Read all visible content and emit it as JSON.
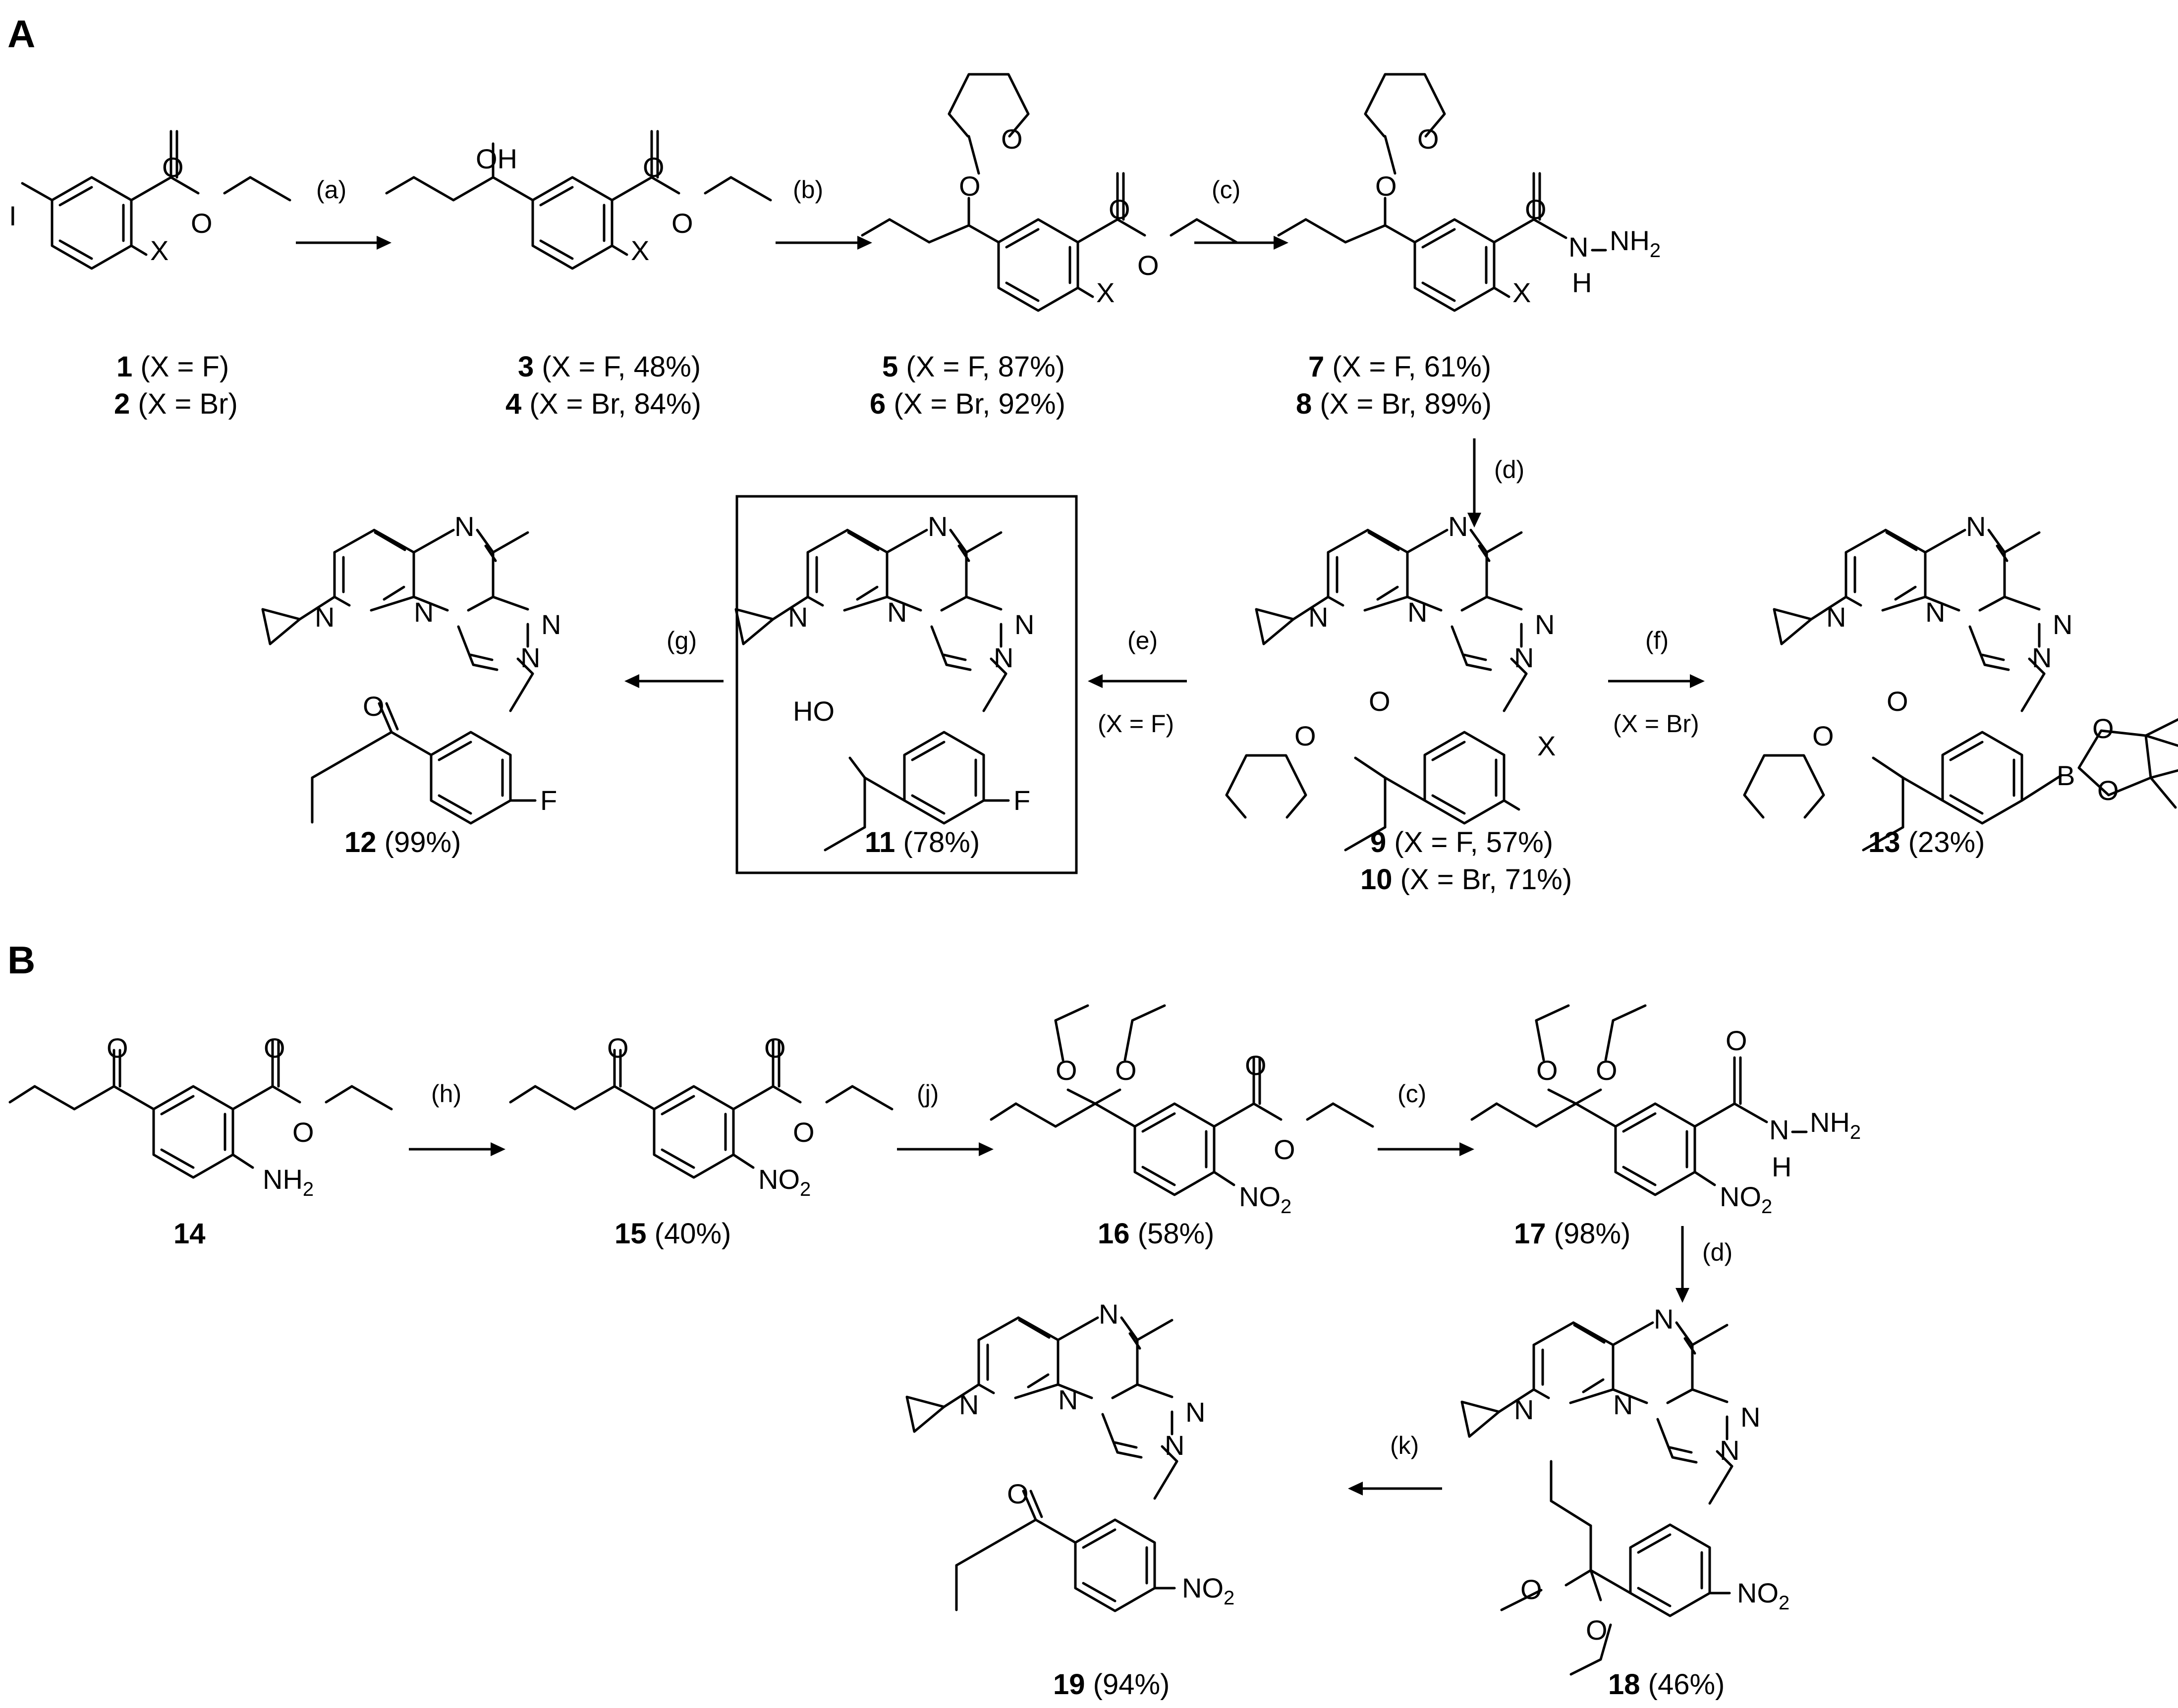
{
  "panels": {
    "a": "A",
    "b": "B"
  },
  "atoms": {
    "I": "I",
    "X": "X",
    "O": "O",
    "OH": "OH",
    "HO": "HO",
    "N": "N",
    "H": "H",
    "NH2_main": "NH",
    "NH2_sub": "2",
    "NO2_main": "NO",
    "NO2_sub": "2",
    "F": "F",
    "B": "B",
    "hyphen": "–"
  },
  "reagents": {
    "a": "(a)",
    "b": "(b)",
    "c": "(c)",
    "d": "(d)",
    "e": "(e)",
    "f": "(f)",
    "g": "(g)",
    "h": "(h)",
    "j": "(j)",
    "k": "(k)",
    "cond_e": "(X = F)",
    "cond_f": "(X = Br)"
  },
  "compounds": [
    {
      "num": "1",
      "note": " (X = F)"
    },
    {
      "num": "2",
      "note": " (X = Br)"
    },
    {
      "num": "3",
      "note": " (X = F, 48%)"
    },
    {
      "num": "4",
      "note": " (X = Br, 84%)"
    },
    {
      "num": "5",
      "note": " (X = F, 87%)"
    },
    {
      "num": "6",
      "note": " (X = Br, 92%)"
    },
    {
      "num": "7",
      "note": " (X = F, 61%)"
    },
    {
      "num": "8",
      "note": " (X = Br, 89%)"
    },
    {
      "num": "9",
      "note": "  (X = F, 57%)"
    },
    {
      "num": "10",
      "note": " (X = Br, 71%)"
    },
    {
      "num": "11",
      "note": " (78%)"
    },
    {
      "num": "12",
      "note": " (99%)"
    },
    {
      "num": "13",
      "note": " (23%)"
    },
    {
      "num": "14",
      "note": ""
    },
    {
      "num": "15",
      "note": " (40%)"
    },
    {
      "num": "16",
      "note": " (58%)"
    },
    {
      "num": "17",
      "note": " (98%)"
    },
    {
      "num": "18",
      "note": " (46%)"
    },
    {
      "num": "19",
      "note": " (94%)"
    }
  ]
}
